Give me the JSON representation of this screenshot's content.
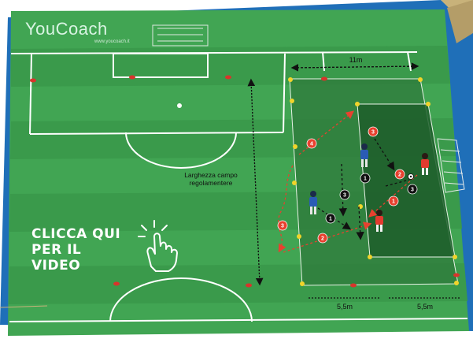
{
  "logo": {
    "name": "YouCoach",
    "url": "www.youcoach.it"
  },
  "cta": {
    "line1": "CLICCA QUI",
    "line2": "PER IL VIDEO"
  },
  "measures": {
    "width_11m": "11m",
    "width_5_5m_a": "5,5m",
    "width_5_5m_b": "5,5m"
  },
  "field_label": {
    "line1": "Larghezza campo",
    "line2": "regolamentere"
  },
  "steps": {
    "red": [
      "1",
      "2",
      "2",
      "3",
      "3",
      "4"
    ],
    "black": [
      "1",
      "1",
      "3",
      "3"
    ]
  },
  "colors": {
    "pitch": "#3d9e4f",
    "accent_blue": "#1f6fb8",
    "red_player": "#e23a2f",
    "blue_player": "#2a5bb5"
  }
}
